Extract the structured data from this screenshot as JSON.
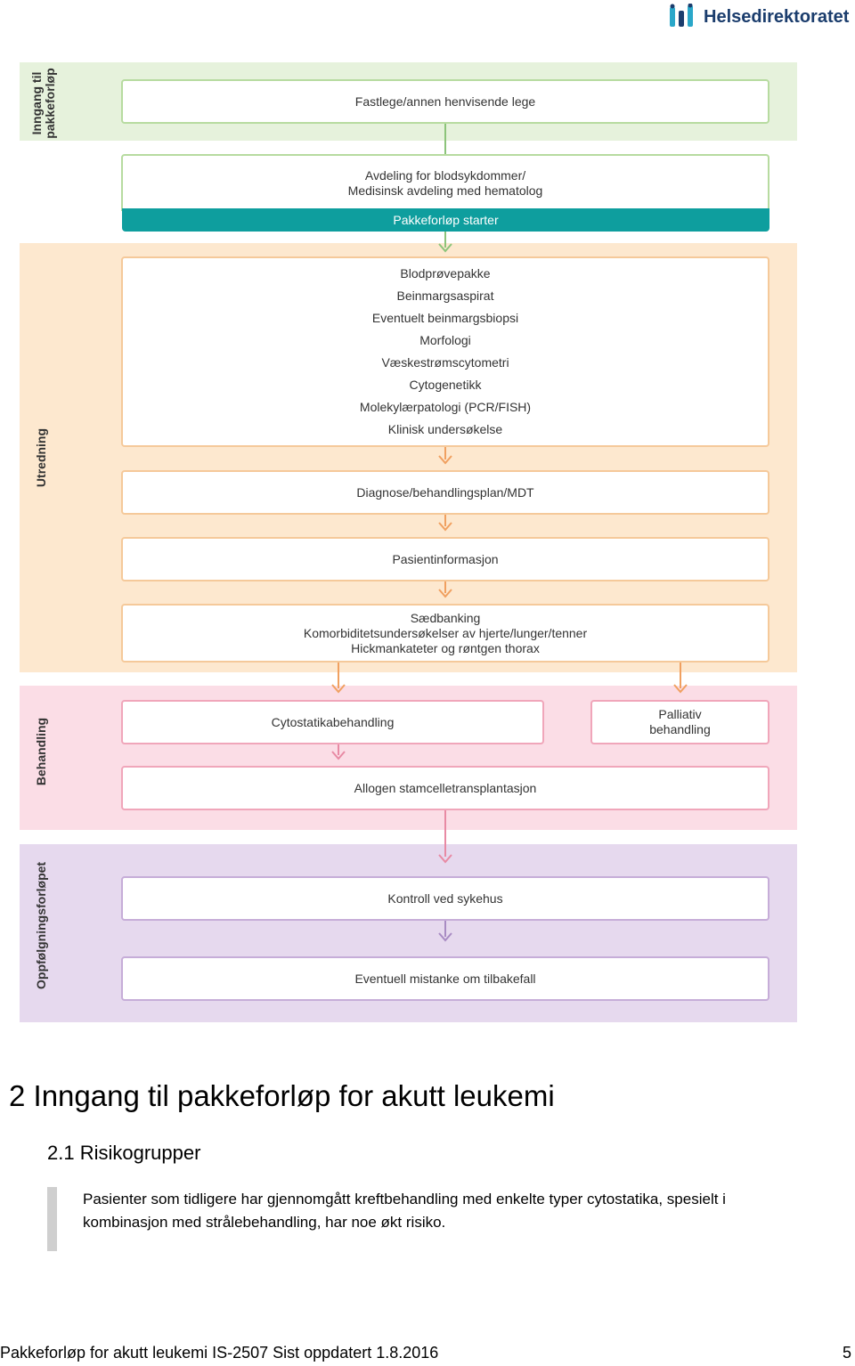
{
  "header": {
    "logo_text": "Helsedirektoratet"
  },
  "flowchart": {
    "phases": {
      "entry": "Inngang til\npakkeforløp",
      "utredning": "Utredning",
      "behandling": "Behandling",
      "oppfolging": "Oppfølgningsforløpet"
    },
    "boxes": {
      "fastlege": "Fastlege/annen henvisende lege",
      "avdeling_1": "Avdeling for blodsykdommer/",
      "avdeling_2": "Medisinsk avdeling med hematolog",
      "starter": "Pakkeforløp starter",
      "tests": [
        "Blodprøvepakke",
        "Beinmargsaspirat",
        "Eventuelt beinmargsbiopsi",
        "Morfologi",
        "Væskestrømscytometri",
        "Cytogenetikk",
        "Molekylærpatologi (PCR/FISH)",
        "Klinisk undersøkelse"
      ],
      "diagnose": "Diagnose/behandlingsplan/MDT",
      "pasientinfo": "Pasientinformasjon",
      "prep": [
        "Sædbanking",
        "Komorbiditetsundersøkelser av hjerte/lunger/tenner",
        "Hickmankateter og røntgen thorax"
      ],
      "cytostatika": "Cytostatikabehandling",
      "palliativ_1": "Palliativ",
      "palliativ_2": "behandling",
      "allogen": "Allogen stamcelletransplantasjon",
      "kontroll": "Kontroll ved sykehus",
      "tilbakefall": "Eventuell mistanke om tilbakefall"
    }
  },
  "document": {
    "heading": "2 Inngang til pakkeforløp for akutt leukemi",
    "subheading": "2.1 Risikogrupper",
    "paragraph": "Pasienter som tidligere har gjennomgått kreftbehandling med enkelte typer cytostatika, spesielt i kombinasjon med strålebehandling, har noe økt risiko."
  },
  "footer": {
    "left": "Pakkeforløp for akutt leukemi IS-2507 Sist oppdatert 1.8.2016",
    "page": "5"
  },
  "colors": {
    "entry_band": "#e6f2dc",
    "utredning_band": "#fde8cf",
    "behandling_band": "#fbdde6",
    "oppfolging_band": "#e6d9ee",
    "teal": "#0e9e9e",
    "logo": "#1b3d6d"
  }
}
